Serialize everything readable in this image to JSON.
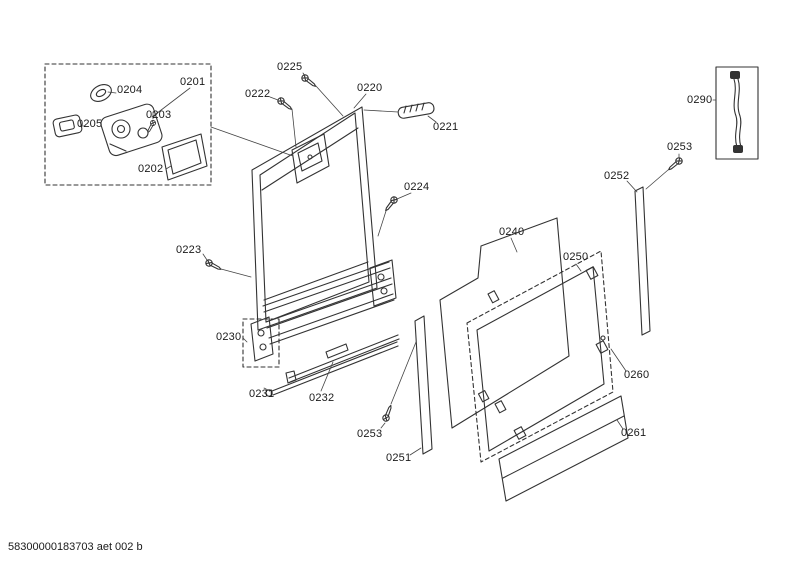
{
  "page": {
    "footer": "58300000183703 aet 002 b",
    "colors": {
      "background": "#ffffff",
      "line": "#333333",
      "label_text": "#1a1a1a"
    }
  },
  "parts": {
    "p0201": "0201",
    "p0202": "0202",
    "p0203": "0203",
    "p0204": "0204",
    "p0205": "0205",
    "p0220": "0220",
    "p0221": "0221",
    "p0222": "0222",
    "p0223": "0223",
    "p0224": "0224",
    "p0225": "0225",
    "p0230": "0230",
    "p0231": "0231",
    "p0232": "0232",
    "p0240": "0240",
    "p0250": "0250",
    "p0251": "0251",
    "p0252": "0252",
    "p0253": "0253",
    "p0260": "0260",
    "p0261": "0261",
    "p0290": "0290"
  }
}
